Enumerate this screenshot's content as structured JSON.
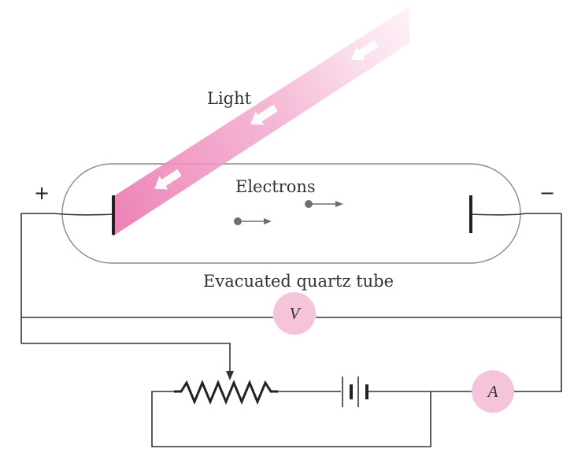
{
  "labels": {
    "light": "Light",
    "electrons": "Electrons",
    "tube": "Evacuated quartz tube",
    "plus": "+",
    "minus": "−",
    "voltmeter": "V",
    "ammeter": "A"
  },
  "colors": {
    "beam": "#f08cbc",
    "meter_fill": "#f5c3da",
    "wire": "#333333",
    "electron": "#6f6f6f"
  }
}
